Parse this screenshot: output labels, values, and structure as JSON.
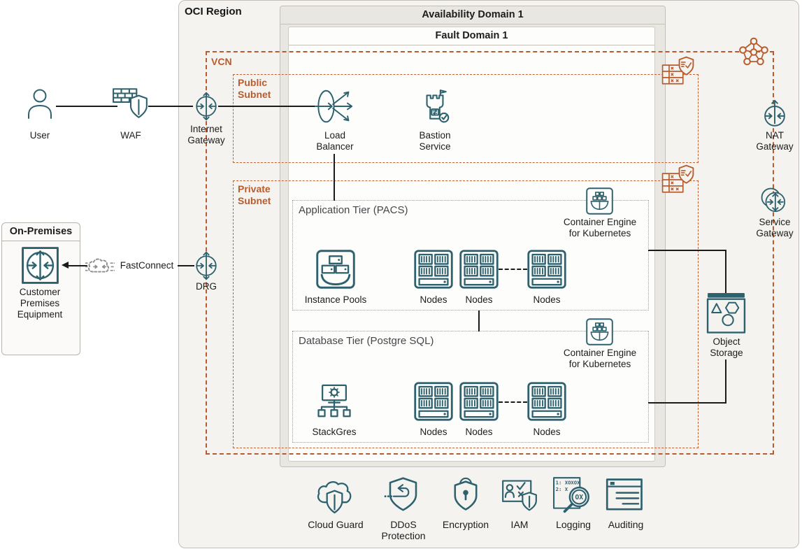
{
  "colors": {
    "teal": "#2e616e",
    "orange": "#b85c2d",
    "region_bg": "#f4f3f0",
    "line": "#1b1b1b"
  },
  "region_title": "OCI Region",
  "external": {
    "user": "User",
    "waf": "WAF"
  },
  "on_premises": {
    "title": "On-Premises",
    "cpe_l1": "Customer",
    "cpe_l2": "Premises",
    "cpe_l3": "Equipment",
    "fastconnect": "FastConnect"
  },
  "gateways": {
    "internet_l1": "Internet",
    "internet_l2": "Gateway",
    "drg": "DRG",
    "nat_l1": "NAT",
    "nat_l2": "Gateway",
    "service_l1": "Service",
    "service_l2": "Gateway"
  },
  "vcn_label": "VCN",
  "availability_domain_title": "Availability Domain 1",
  "fault_domain_title": "Fault Domain 1",
  "public_subnet": {
    "l1": "Public",
    "l2": "Subnet",
    "load_balancer_l1": "Load",
    "load_balancer_l2": "Balancer",
    "bastion_l1": "Bastion",
    "bastion_l2": "Service"
  },
  "private_subnet": {
    "l1": "Private",
    "l2": "Subnet"
  },
  "app_tier": {
    "title": "Application Tier (PACS)",
    "instance_pools": "Instance Pools",
    "node1": "Nodes",
    "node2": "Nodes",
    "node3": "Nodes",
    "oke_l1": "Container Engine",
    "oke_l2": "for Kubernetes"
  },
  "db_tier": {
    "title": "Database Tier (Postgre SQL)",
    "stackgres": "StackGres",
    "node1": "Nodes",
    "node2": "Nodes",
    "node3": "Nodes",
    "oke_l1": "Container Engine",
    "oke_l2": "for Kubernetes"
  },
  "object_storage": {
    "l1": "Object",
    "l2": "Storage"
  },
  "security_row": {
    "cloud_guard": "Cloud Guard",
    "ddos_l1": "DDoS",
    "ddos_l2": "Protection",
    "encryption": "Encryption",
    "iam": "IAM",
    "logging": "Logging",
    "auditing": "Auditing"
  },
  "icon_art": {
    "logging_line1": "1: XOXOX",
    "logging_line2": "2: X",
    "logging_lens": "OX"
  }
}
